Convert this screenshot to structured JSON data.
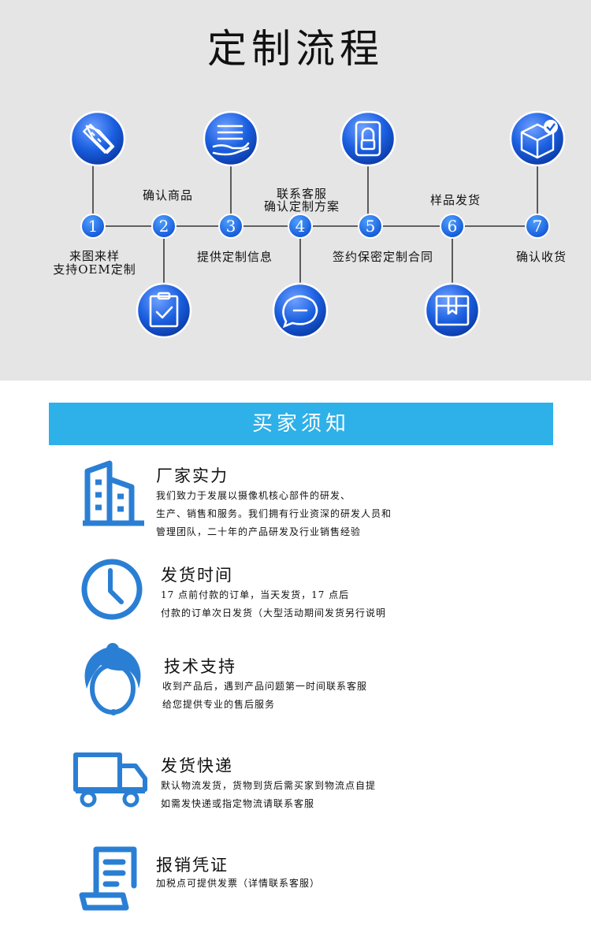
{
  "process": {
    "title": "定制流程",
    "steps": [
      {
        "num": "1",
        "label": "来图来样\n支持OEM定制",
        "icon": "pencil-ruler-icon"
      },
      {
        "num": "2",
        "label": "确认商品",
        "icon": "clipboard-check-icon"
      },
      {
        "num": "3",
        "label": "提供定制信息",
        "icon": "hand-document-icon"
      },
      {
        "num": "4",
        "label": "联系客服\n确认定制方案",
        "icon": "chat-bubble-icon"
      },
      {
        "num": "5",
        "label": "签约保密定制合同",
        "icon": "lock-icon"
      },
      {
        "num": "6",
        "label": "样品发货",
        "icon": "package-box-icon"
      },
      {
        "num": "7",
        "label": "确认收货",
        "icon": "box-check-icon"
      }
    ],
    "colors": {
      "step_blue": "#1a5fe0",
      "line": "#111111",
      "background": "#e5e5e5"
    }
  },
  "notice": {
    "title": "买家须知",
    "color": "#2eb0e9",
    "items": [
      {
        "title": "厂家实力",
        "icon": "building-icon",
        "lines": [
          "我们致力于发展以摄像机核心部件的研发、",
          "生产、销售和服务。我们拥有行业资深的研发人员和",
          "管理团队，二十年的产品研发及行业销售经验"
        ]
      },
      {
        "title": "发货时间",
        "icon": "clock-icon",
        "lines": [
          "17 点前付款的订单，当天发货，17 点后",
          "付款的订单次日发货（大型活动期间发货另行说明"
        ]
      },
      {
        "title": "技术支持",
        "icon": "customer-service-icon",
        "lines": [
          "收到产品后，遇到产品问题第一时间联系客服",
          "给您提供专业的售后服务"
        ]
      },
      {
        "title": "发货快递",
        "icon": "truck-icon",
        "lines": [
          "默认物流发货，货物到货后需买家到物流点自提",
          "如需发快递或指定物流请联系客服"
        ]
      },
      {
        "title": "报销凭证",
        "icon": "receipt-icon",
        "lines": [
          "加税点可提供发票（详情联系客服）"
        ]
      }
    ]
  }
}
